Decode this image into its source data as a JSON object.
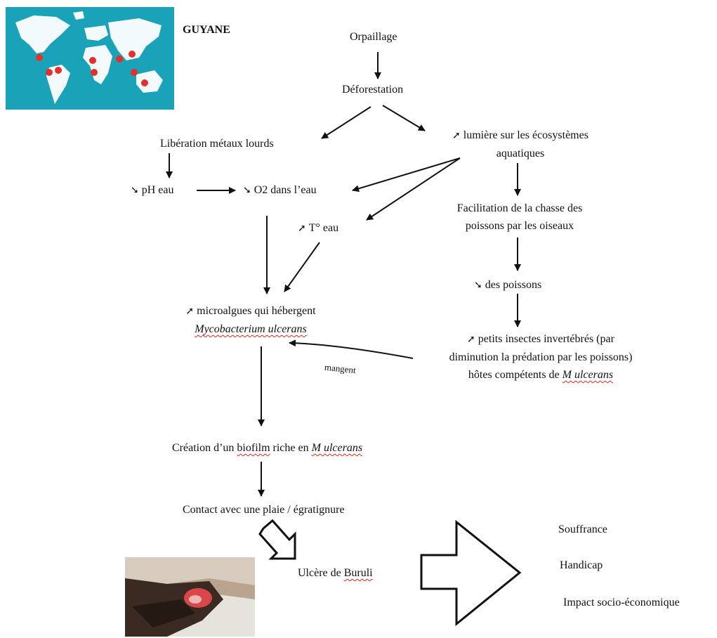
{
  "region": "GUYANE",
  "glyphs": {
    "up": "➚",
    "down": "➘"
  },
  "nodes": {
    "orpaillage": "Orpaillage",
    "deforestation": "Déforestation",
    "liberation": "Libération métaux lourds",
    "lumiere_1": "lumière sur les écosystèmes",
    "lumiere_2": "aquatiques",
    "ph": "pH eau",
    "o2": "O2 dans l’eau",
    "temp": "T° eau",
    "chasse_1": "Facilitation de la chasse des",
    "chasse_2": "poissons par les oiseaux",
    "poissons": "des poissons",
    "microalgues_1": "microalgues qui hébergent",
    "microalgues_2": "Mycobacterium ulcerans",
    "insectes_1": "petits insectes invertébrés (par",
    "insectes_2": "diminution la prédation par les poissons)",
    "insectes_3a": "hôtes compétents de ",
    "insectes_3b": "M ulcerans",
    "mangent": "mangent",
    "biofilm_a": "Création d’un ",
    "biofilm_b": "biofilm",
    "biofilm_c": " riche en ",
    "biofilm_d": "M ulcerans",
    "contact": "Contact avec une plaie / égratignure",
    "ulcere_a": "Ulcère de ",
    "ulcere_b": "Buruli",
    "souffrance": "Souffrance",
    "handicap": "Handicap",
    "impact": "Impact socio-économique"
  },
  "colors": {
    "ocean": "#1aa3b8",
    "land": "#ffffff",
    "dot": "#e4302a",
    "ink": "#111111"
  }
}
